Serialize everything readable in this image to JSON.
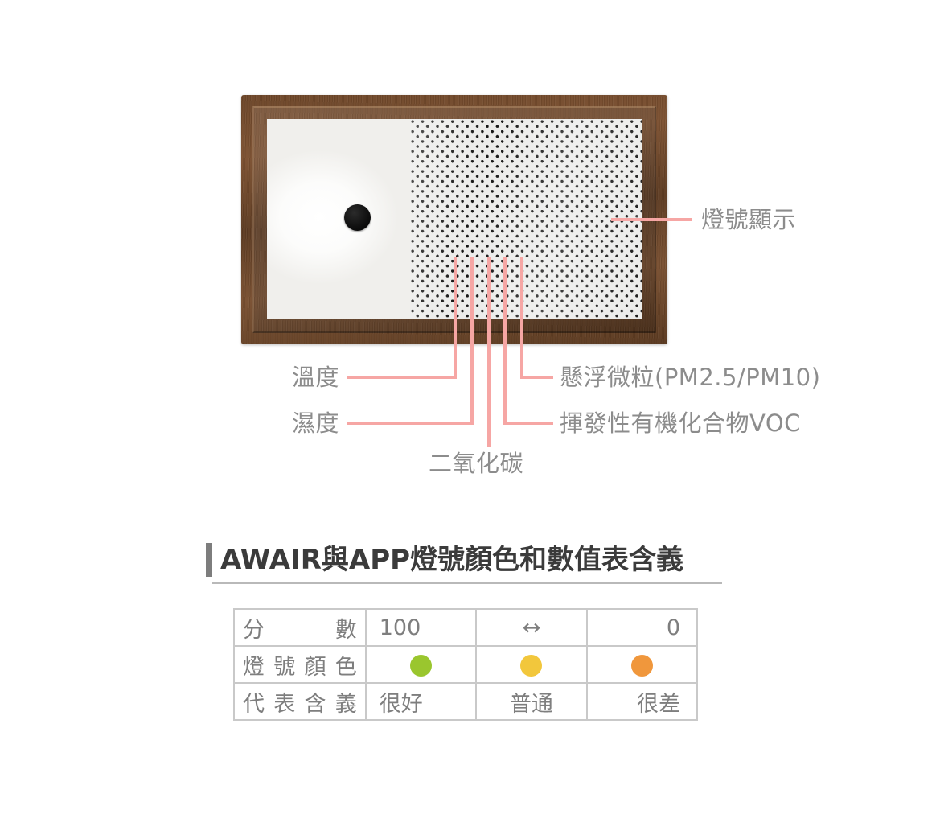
{
  "device": {
    "alt_name": "awair-wooden-air-quality-monitor",
    "status_led_color": "#f6af69",
    "frame_color": "#6b4527",
    "panel_color": "#f6f6f4"
  },
  "callouts": {
    "light_indicator": "燈號顯示",
    "temperature": "溫度",
    "humidity": "濕度",
    "co2": "二氧化碳",
    "voc": "揮發性有機化合物VOC",
    "pm": "懸浮微粒(PM2.5/PM10)",
    "line_color": "#f6a6a4"
  },
  "legend": {
    "title": "AWAIR與APP燈號顏色和數值表含義",
    "accent_color": "#7d7d7d",
    "rows": [
      {
        "header": "分數",
        "type": "text",
        "cells": [
          "100",
          "↔",
          "0"
        ]
      },
      {
        "header": "燈號顏色",
        "type": "dot",
        "cells": [
          "#9ac62e",
          "#f2c73c",
          "#f0973c"
        ]
      },
      {
        "header": "代表含義",
        "type": "text",
        "cells": [
          "很好",
          "普通",
          "很差"
        ]
      }
    ]
  }
}
